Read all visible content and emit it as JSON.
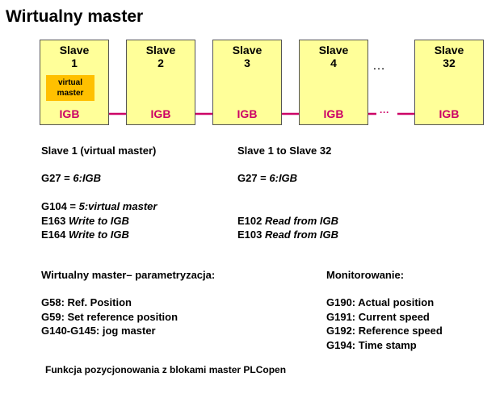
{
  "title": "Wirtualny master",
  "slaves": [
    {
      "l1": "Slave",
      "l2": "1",
      "igb": "IGB",
      "badge1": "virtual",
      "badge2": "master"
    },
    {
      "l1": "Slave",
      "l2": "2",
      "igb": "IGB"
    },
    {
      "l1": "Slave",
      "l2": "3",
      "igb": "IGB"
    },
    {
      "l1": "Slave",
      "l2": "4",
      "igb": "IGB"
    },
    {
      "l1": "Slave",
      "l2": "32",
      "igb": "IGB"
    }
  ],
  "dots_top": "…",
  "dots_link": "···",
  "colors": {
    "box": "#ffff99",
    "badge": "#ffc000",
    "link": "#cc0066"
  },
  "left_col": {
    "heading": "Slave 1 (virtual master)",
    "g27_code": "G27 = ",
    "g27_val": "6:IGB",
    "g104_code": "G104 = ",
    "g104_val": "5:virtual master",
    "e163_code": "E163 ",
    "e163_val": "Write to IGB",
    "e164_code": "E164 ",
    "e164_val": "Write to IGB"
  },
  "right_col": {
    "heading": "Slave 1 to Slave 32",
    "g27_code": "G27 = ",
    "g27_val": "6:IGB",
    "e102_code": "E102 ",
    "e102_val": "Read from IGB",
    "e103_code": "E103 ",
    "e103_val": "Read from IGB"
  },
  "params": {
    "heading": "Wirtualny master– parametryzacja:",
    "items": [
      "G58: Ref. Position",
      "G59: Set reference position",
      "G140-G145: jog master"
    ]
  },
  "monitor": {
    "heading": "Monitorowanie:",
    "items": [
      "G190: Actual position",
      "G191: Current speed",
      "G192: Reference speed",
      "G194: Time stamp"
    ]
  },
  "footer": "Funkcja pozycjonowania z blokami master PLCopen"
}
